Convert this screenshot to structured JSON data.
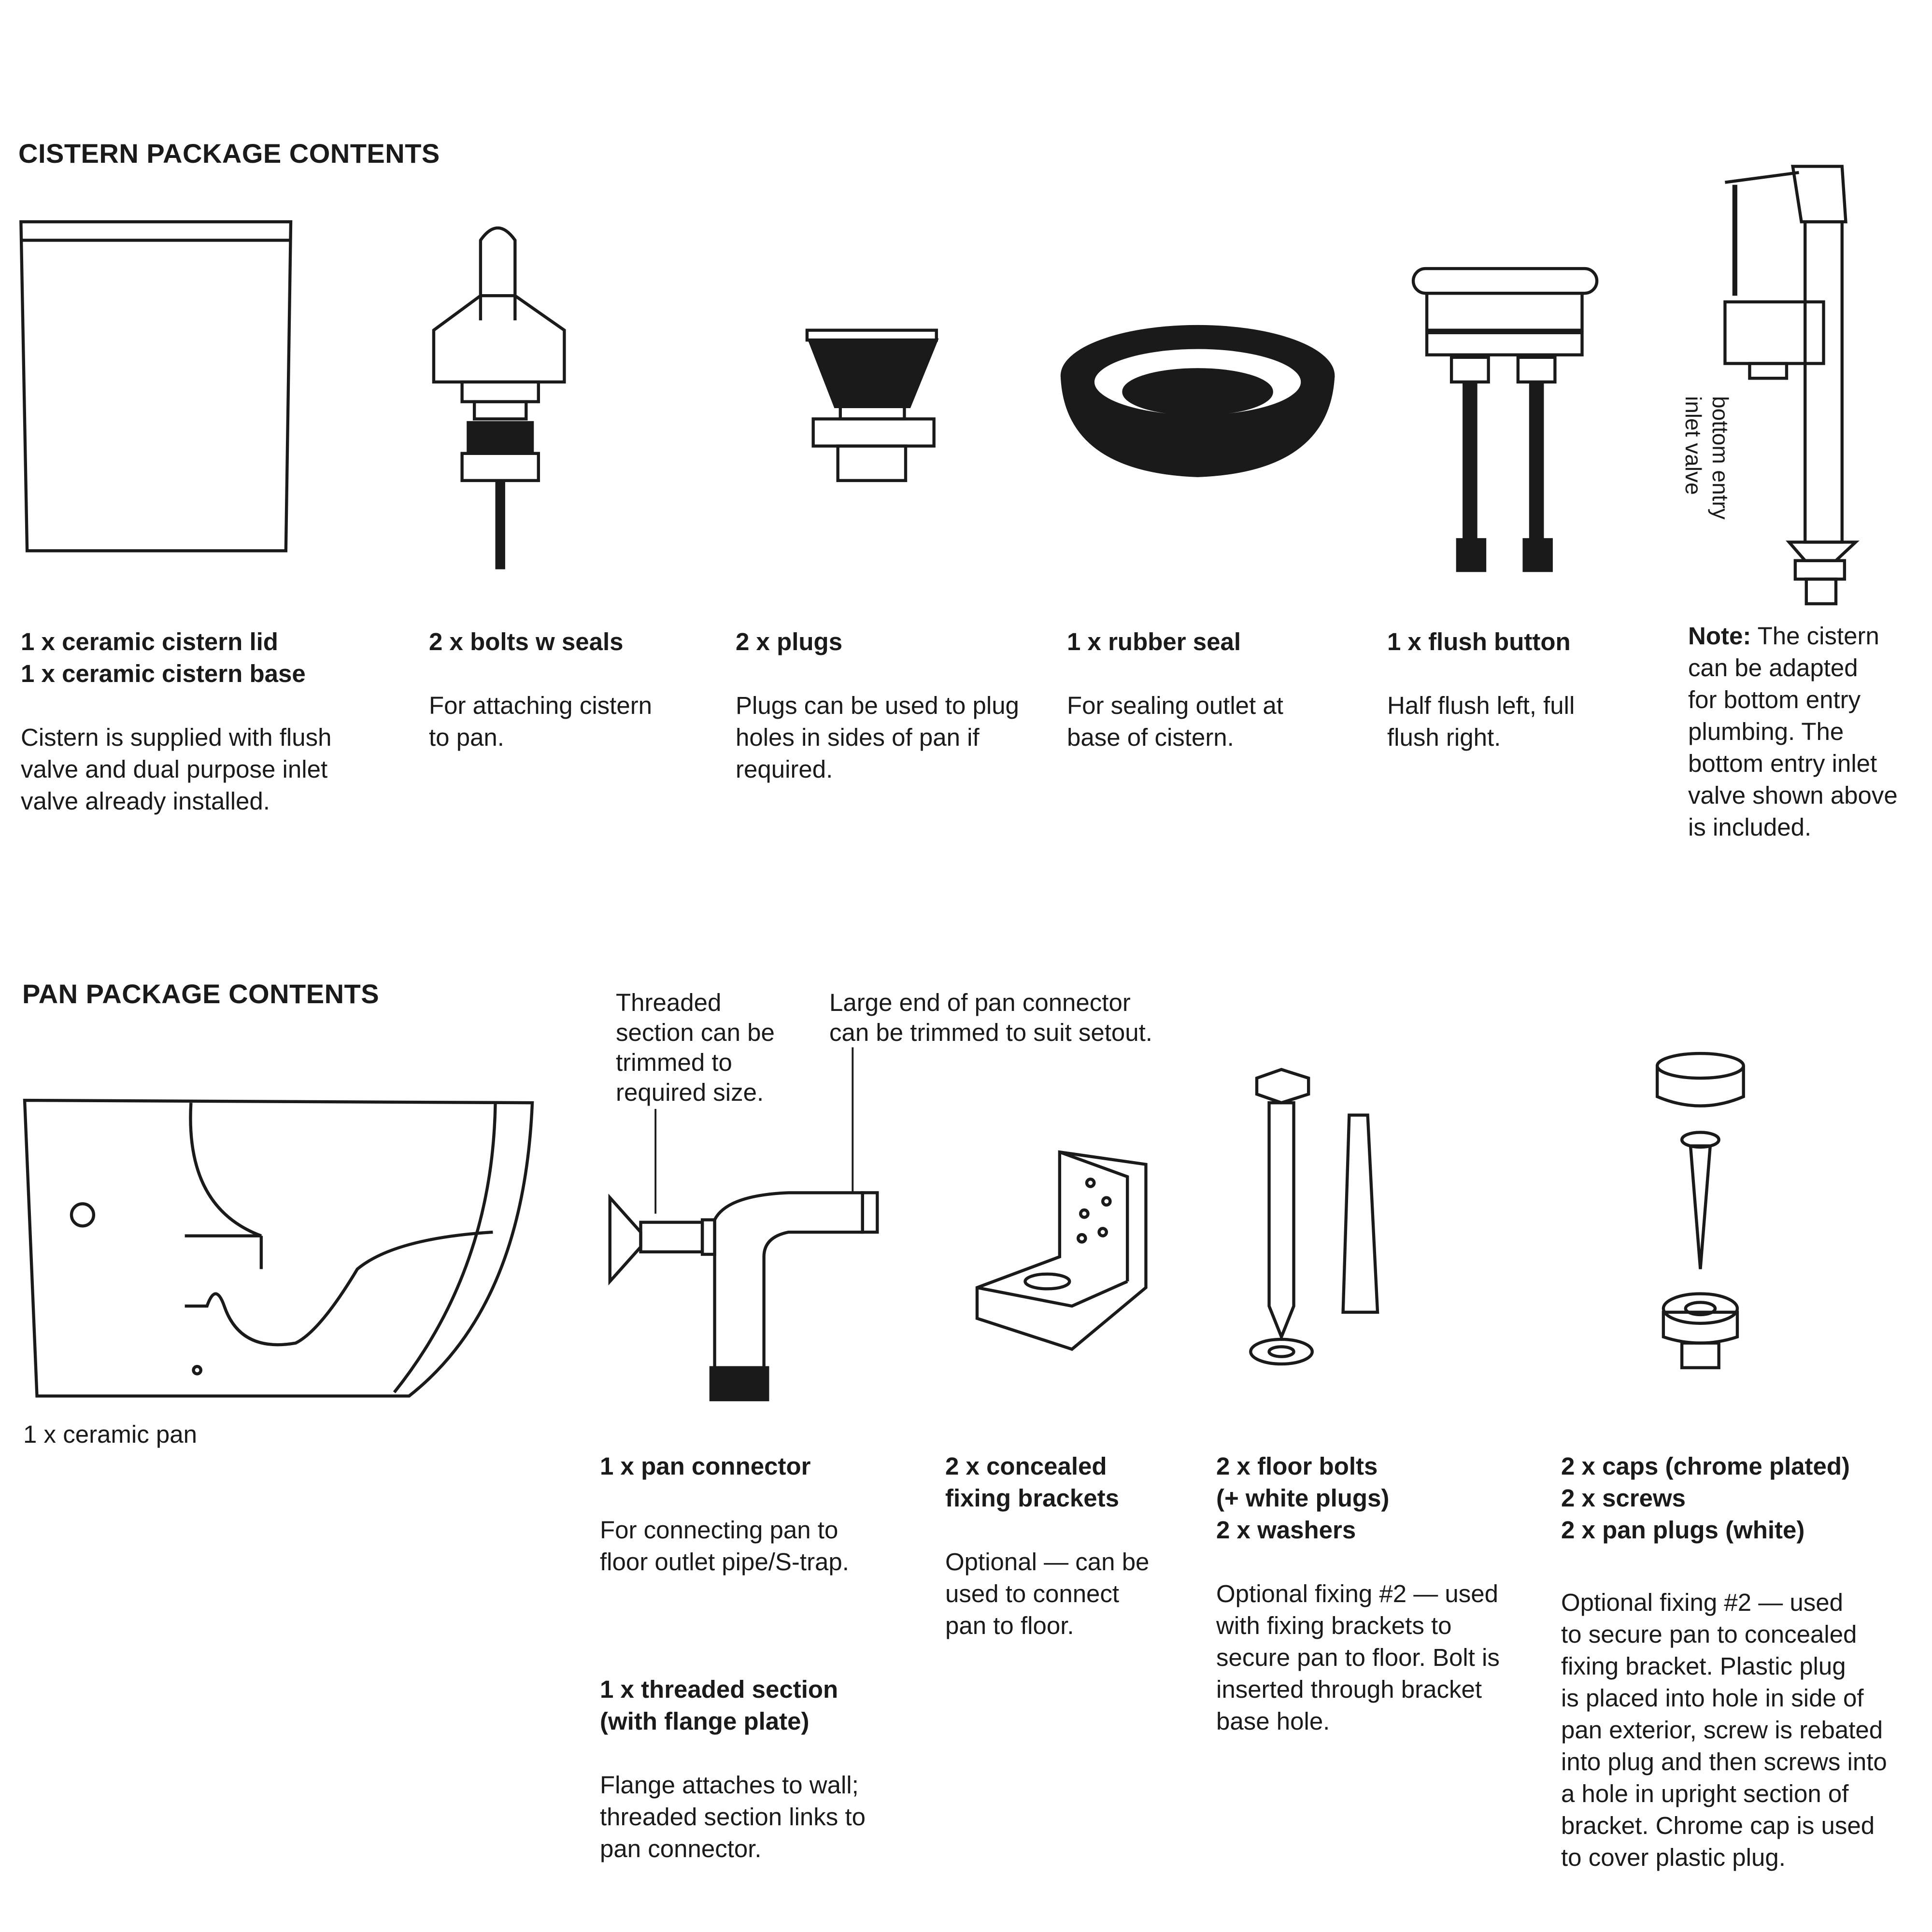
{
  "cistern": {
    "heading": "CISTERN PACKAGE CONTENTS",
    "items": [
      {
        "title": "1 x ceramic cistern lid\n1 x ceramic cistern base",
        "desc": "Cistern is supplied with flush\nvalve and dual purpose inlet\nvalve already installed."
      },
      {
        "title": "2 x bolts w seals",
        "desc": "For attaching cistern\nto pan."
      },
      {
        "title": "2 x plugs",
        "desc": "Plugs can be used to plug\nholes in sides of pan if\nrequired."
      },
      {
        "title": "1 x rubber seal",
        "desc": "For sealing outlet at\nbase of cistern."
      },
      {
        "title": "1 x flush button",
        "desc": "Half flush left, full\nflush right."
      }
    ],
    "valve_label": "bottom entry\ninlet valve",
    "note_label": "Note:",
    "note_text": " The cistern\ncan be adapted\nfor bottom entry\nplumbing. The\nbottom entry inlet\nvalve shown above\nis included."
  },
  "pan": {
    "heading": "PAN PACKAGE CONTENTS",
    "annotation_threaded": "Threaded\nsection can be\ntrimmed to\nrequired size.",
    "annotation_large_end": "Large end of pan connector\ncan be trimmed to suit setout.",
    "pan_label": "1 x ceramic pan",
    "items": [
      {
        "title": "1 x pan connector",
        "desc": "For connecting pan to\nfloor outlet pipe/S-trap.",
        "title2": "1 x threaded section\n(with flange plate)",
        "desc2": "Flange attaches to wall;\nthreaded section links to\npan connector."
      },
      {
        "title": "2 x concealed\nfixing brackets",
        "desc": "Optional — can be\nused to connect\npan to floor."
      },
      {
        "title": "2 x floor bolts\n(+ white plugs)\n2 x washers",
        "desc": "Optional fixing #2 — used\nwith fixing brackets to\nsecure pan to floor.  Bolt is\ninserted through bracket\nbase hole."
      },
      {
        "title": "2 x caps (chrome plated)\n2 x screws\n2 x pan plugs (white)",
        "desc": "Optional fixing #2 — used\nto secure pan to concealed\nfixing bracket.  Plastic plug\nis placed into hole in side of\npan exterior, screw is rebated\ninto plug and then screws into\na hole in upright section of\nbracket.  Chrome cap is used\nto cover plastic plug."
      }
    ]
  }
}
